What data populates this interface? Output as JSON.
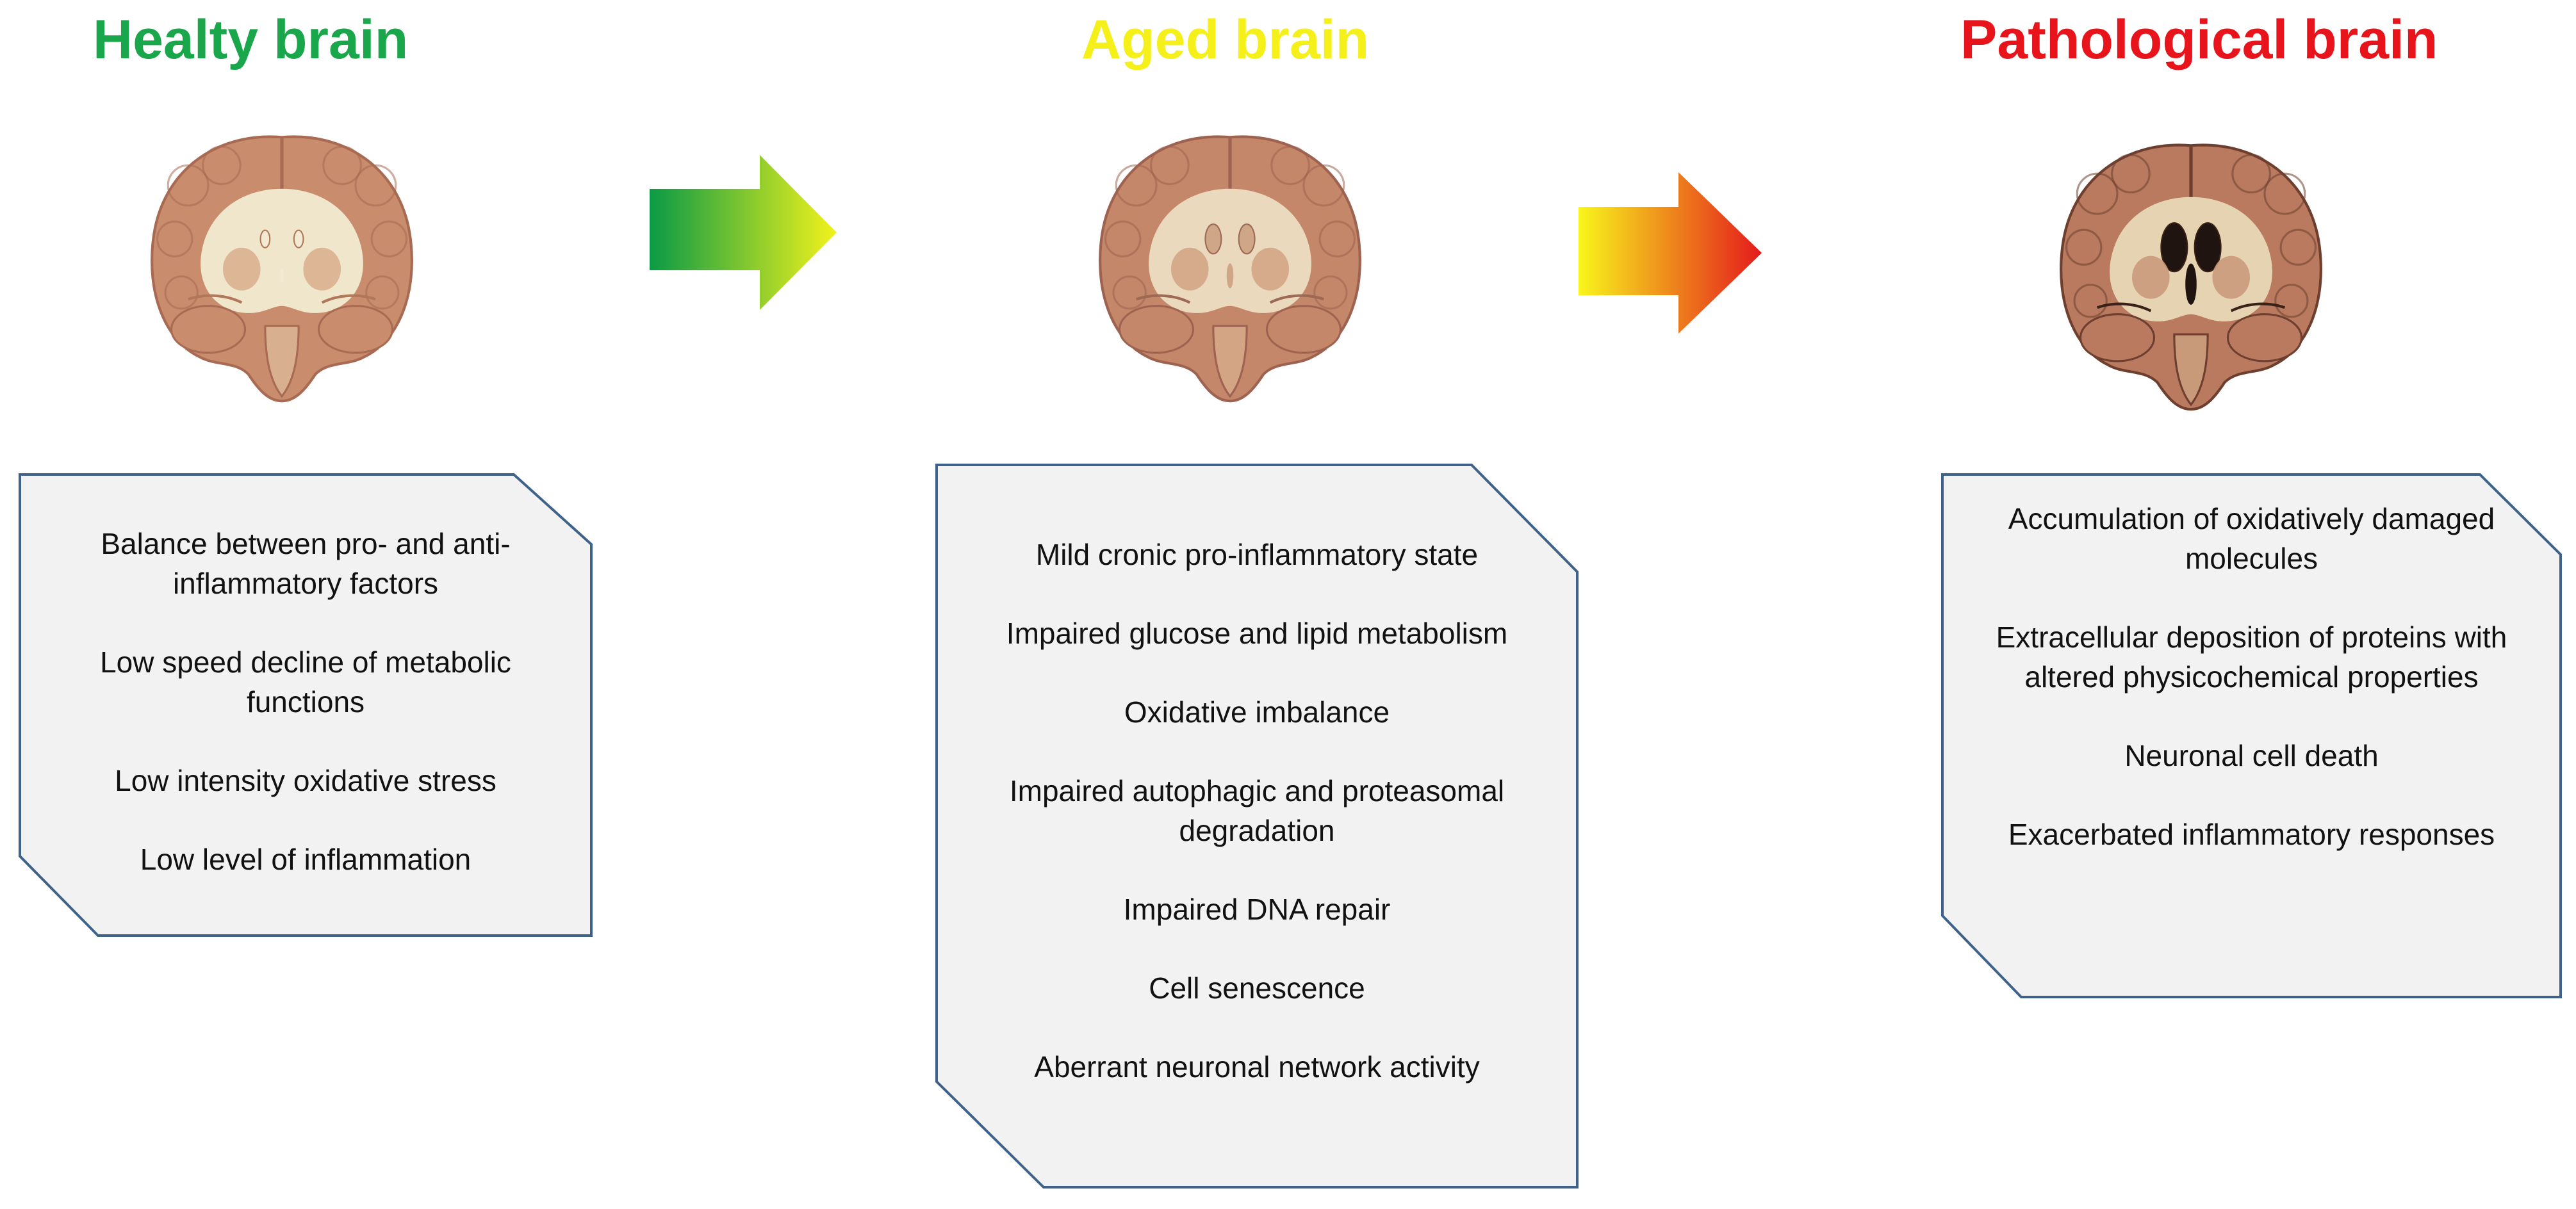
{
  "stages": [
    {
      "title": "Healty brain",
      "title_color": "#1aa64b",
      "brain_tone": "healthy",
      "items": [
        "Balance between pro- and anti-inflammatory factors",
        "Low speed decline of metabolic functions",
        "Low intensity oxidative stress",
        "Low level of inflammation"
      ]
    },
    {
      "title": "Aged brain",
      "title_color": "#f5f01a",
      "brain_tone": "aged",
      "items": [
        "Mild cronic pro-inflammatory state",
        "Impaired glucose and lipid metabolism",
        "Oxidative imbalance",
        "Impaired autophagic and proteasomal degradation",
        "Impaired DNA repair",
        "Cell senescence",
        "Aberrant neuronal network activity"
      ]
    },
    {
      "title": "Pathological brain",
      "title_color": "#e8141b",
      "brain_tone": "pathological",
      "items": [
        "Accumulation of oxidatively damaged molecules",
        "Extracellular deposition of proteins with altered physicochemical properties",
        "Neuronal cell death",
        "Exacerbated inflammatory responses"
      ]
    }
  ],
  "arrows": [
    {
      "from_color": "#0a9a45",
      "to_color": "#f2f21c"
    },
    {
      "from_color": "#f8f61c",
      "to_color": "#e41a1c"
    }
  ],
  "panel_fill": "#f2f2f2",
  "panel_border": "#3e6289",
  "icons": [
    "brain-coronal-section-icon",
    "progression-arrow-icon"
  ]
}
